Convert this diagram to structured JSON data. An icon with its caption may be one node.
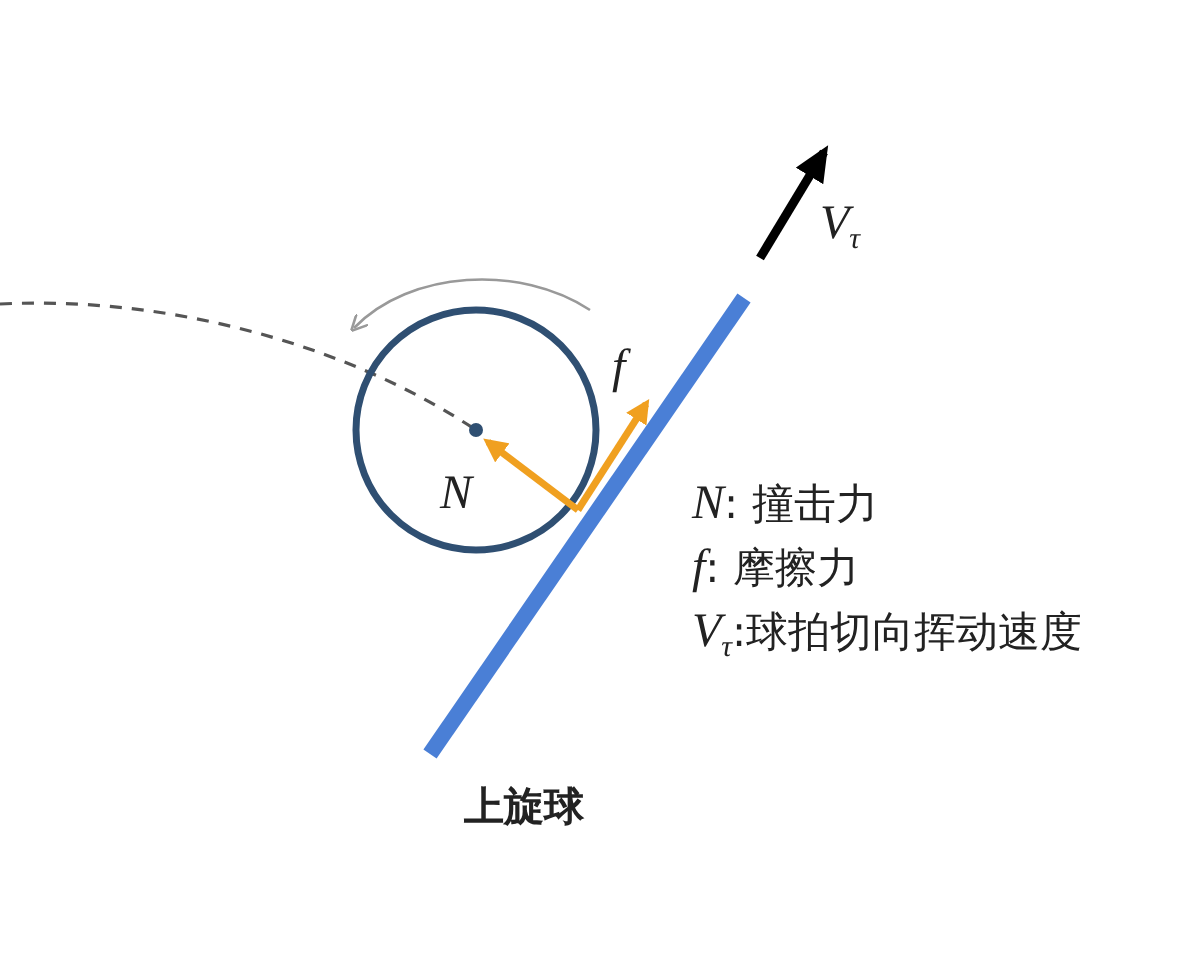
{
  "diagram": {
    "labels": [
      "*V*$_{τ}$",
      "*f*",
      "*N*",
      "*N*: 撞击力",
      "*f*: 摩擦力",
      "*V*$_{τ}$:球拍切向挥动速度",
      "上旋球"
    ]
  }
}
